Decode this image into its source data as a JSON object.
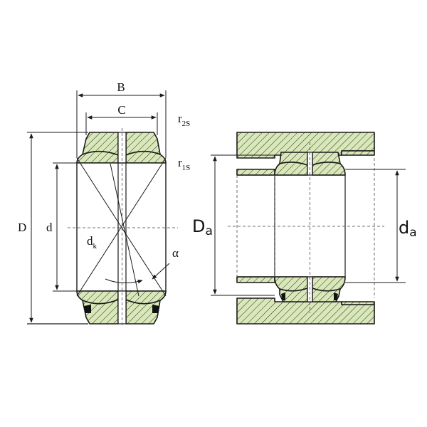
{
  "labels": {
    "B": "B",
    "C": "C",
    "r2s_main": "r",
    "r2s_sub": "2S",
    "r1s_main": "r",
    "r1s_sub": "1S",
    "D": "D",
    "d": "d",
    "dk_main": "d",
    "dk_sub": "k",
    "alpha": "α",
    "Da_main": "D",
    "Da_sub": "a",
    "da_main": "d",
    "da_sub": "a"
  },
  "colors": {
    "fill": "#d9e8b8",
    "stroke": "#1a1a1a",
    "seal": "#111111"
  }
}
